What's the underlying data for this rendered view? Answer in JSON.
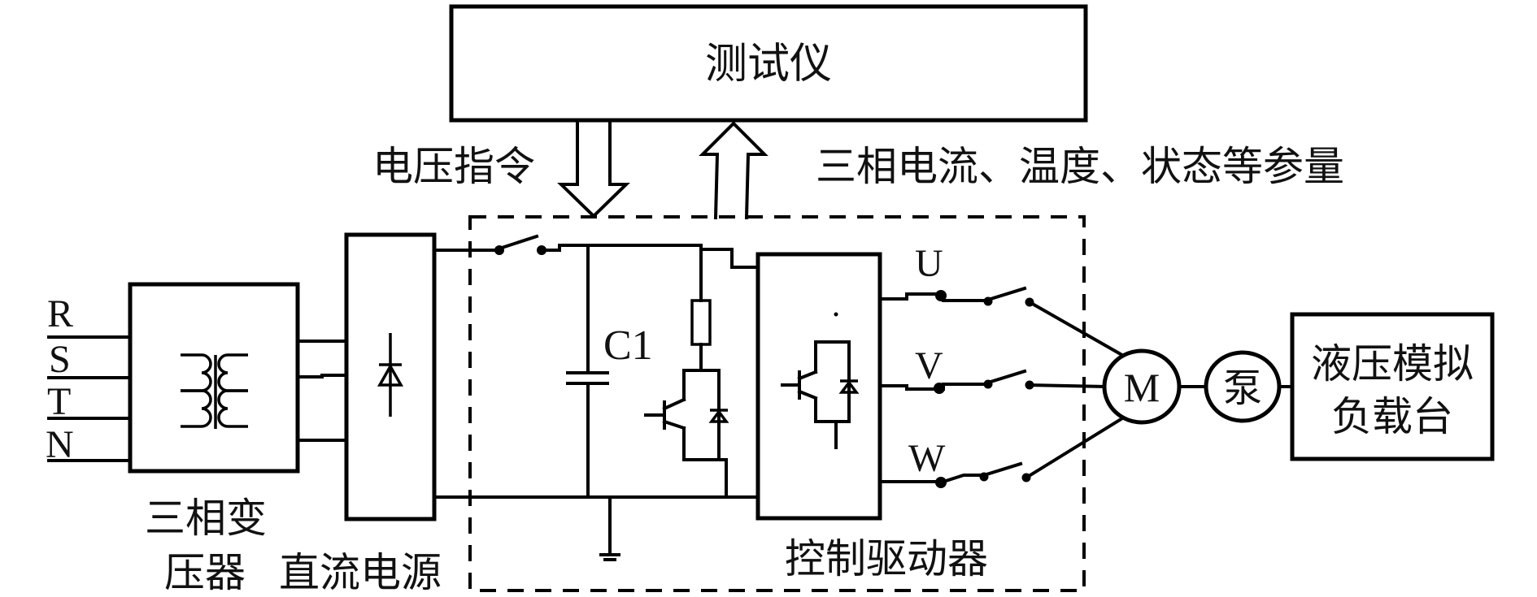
{
  "diagram": {
    "title": "Motor controller test rig block diagram",
    "tester": {
      "label": "测试仪"
    },
    "signals": {
      "command": "电压指令",
      "feedback": "三相电流、温度、状态等参量"
    },
    "supply_phases": [
      "R",
      "S",
      "T",
      "N"
    ],
    "transformer": {
      "label_line1": "三相变",
      "label_line2": "压器"
    },
    "dc_supply": {
      "label": "直流电源"
    },
    "capacitor": {
      "label": "C1"
    },
    "controller": {
      "label": "控制驱动器"
    },
    "output_phases": [
      "U",
      "V",
      "W"
    ],
    "motor": {
      "label": "M"
    },
    "pump": {
      "label": "泵"
    },
    "load": {
      "label_line1": "液压模拟",
      "label_line2": "负载台"
    }
  }
}
